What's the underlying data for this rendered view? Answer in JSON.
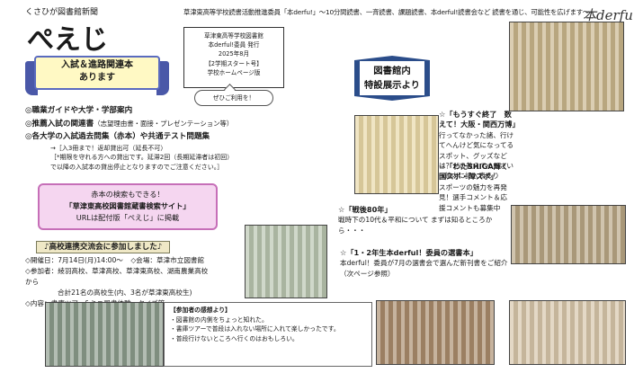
{
  "header": {
    "paper_name": "くさひが図書館新聞",
    "catchphrase": "草津東高等学校読書活動推進委員「本derfu!」～10分間読書、一斉読書、課題読書、本derful!読書会など 読書を通じ、可能性を広げます～",
    "logo_right": "本derfu"
  },
  "title_logo": "ぺえじ",
  "issue": {
    "line1": "草津東高等学校図書館",
    "line2": "本derful!委員 発行",
    "line3": "2025年8月",
    "line4": "【2学期スタート号】",
    "line5": "学校ホームページ版"
  },
  "banner_left": {
    "line1": "入試＆進路関連本",
    "line2": "あります"
  },
  "bubble": "ぜひご利用を！",
  "list": {
    "item1": "◎職業ガイドや大学・学部案内",
    "item2_main": "◎推薦入試の関連書",
    "item2_sub": "（志望理由書・面接・プレゼンテーション等）",
    "item3": "◎各大学の入試過去問集（赤本）や共通テスト問題集",
    "note1": "→［入3冊まで！返却貸出可（延長不可）",
    "note2": "［*期限を守れる方への貸出です。延滞2回（長期延滞者は初回）",
    "note3": "で以降の入試本の貸出停止となりますのでご注意ください。］"
  },
  "pink_box": {
    "line1": "赤本の検索もできる！",
    "line2": "「草津東高校図書館蔵書検索サイト」",
    "line3": "URLは配付版「ぺえじ」に掲載"
  },
  "exchange": {
    "heading": "♪高校連携交流会に参加しました♪",
    "line1": "◇開催日：7月14日(月)14:00～",
    "line1b": "◇会場：草津市立図書館",
    "line2": "◇参加者：綾羽高校、草津高校、草津東高校、湖南農業高校から",
    "line3": "合計21名の高校生(内、3名が草津東高校生)",
    "line4": "◇内容：書庫ツアー&ミニ司書体験、クイズ等"
  },
  "banner_center": {
    "line1": "図書館内",
    "line2": "特設展示より"
  },
  "features": {
    "f1_title": "☆「もうすぐ終了　数えて！大阪・関西万博」",
    "f1_body": "行ってなかった諸、行けてへんけど気になってるスポット、グッズなどは？ぜひ教えてください→館内に記入表あり",
    "f2_title": "☆「わたSHIGA輝く国スポ・障スポ」",
    "f2_body": "スポーツの魅力を再発見！選手コメント＆応援コメントも募集中",
    "f3_title": "☆「戦後80年」",
    "f3_body": "戦時下の10代＆平和について まずは知るところから・・・",
    "f4_title": "☆「1・2年生本derful！委員の選書本」",
    "f4_body": "本derful！委員が7月の選書会で選んだ新刊書をご紹介（次ページ参照）"
  },
  "review": {
    "title": "【参加者の感想より】",
    "r1": "・図書館の内側をちょっと知れた。",
    "r2": "・書庫ツアーで普段は入れない場所に入れて楽しかったです。",
    "r3": "・普段行けないところへ行くのはおもしろい。"
  }
}
